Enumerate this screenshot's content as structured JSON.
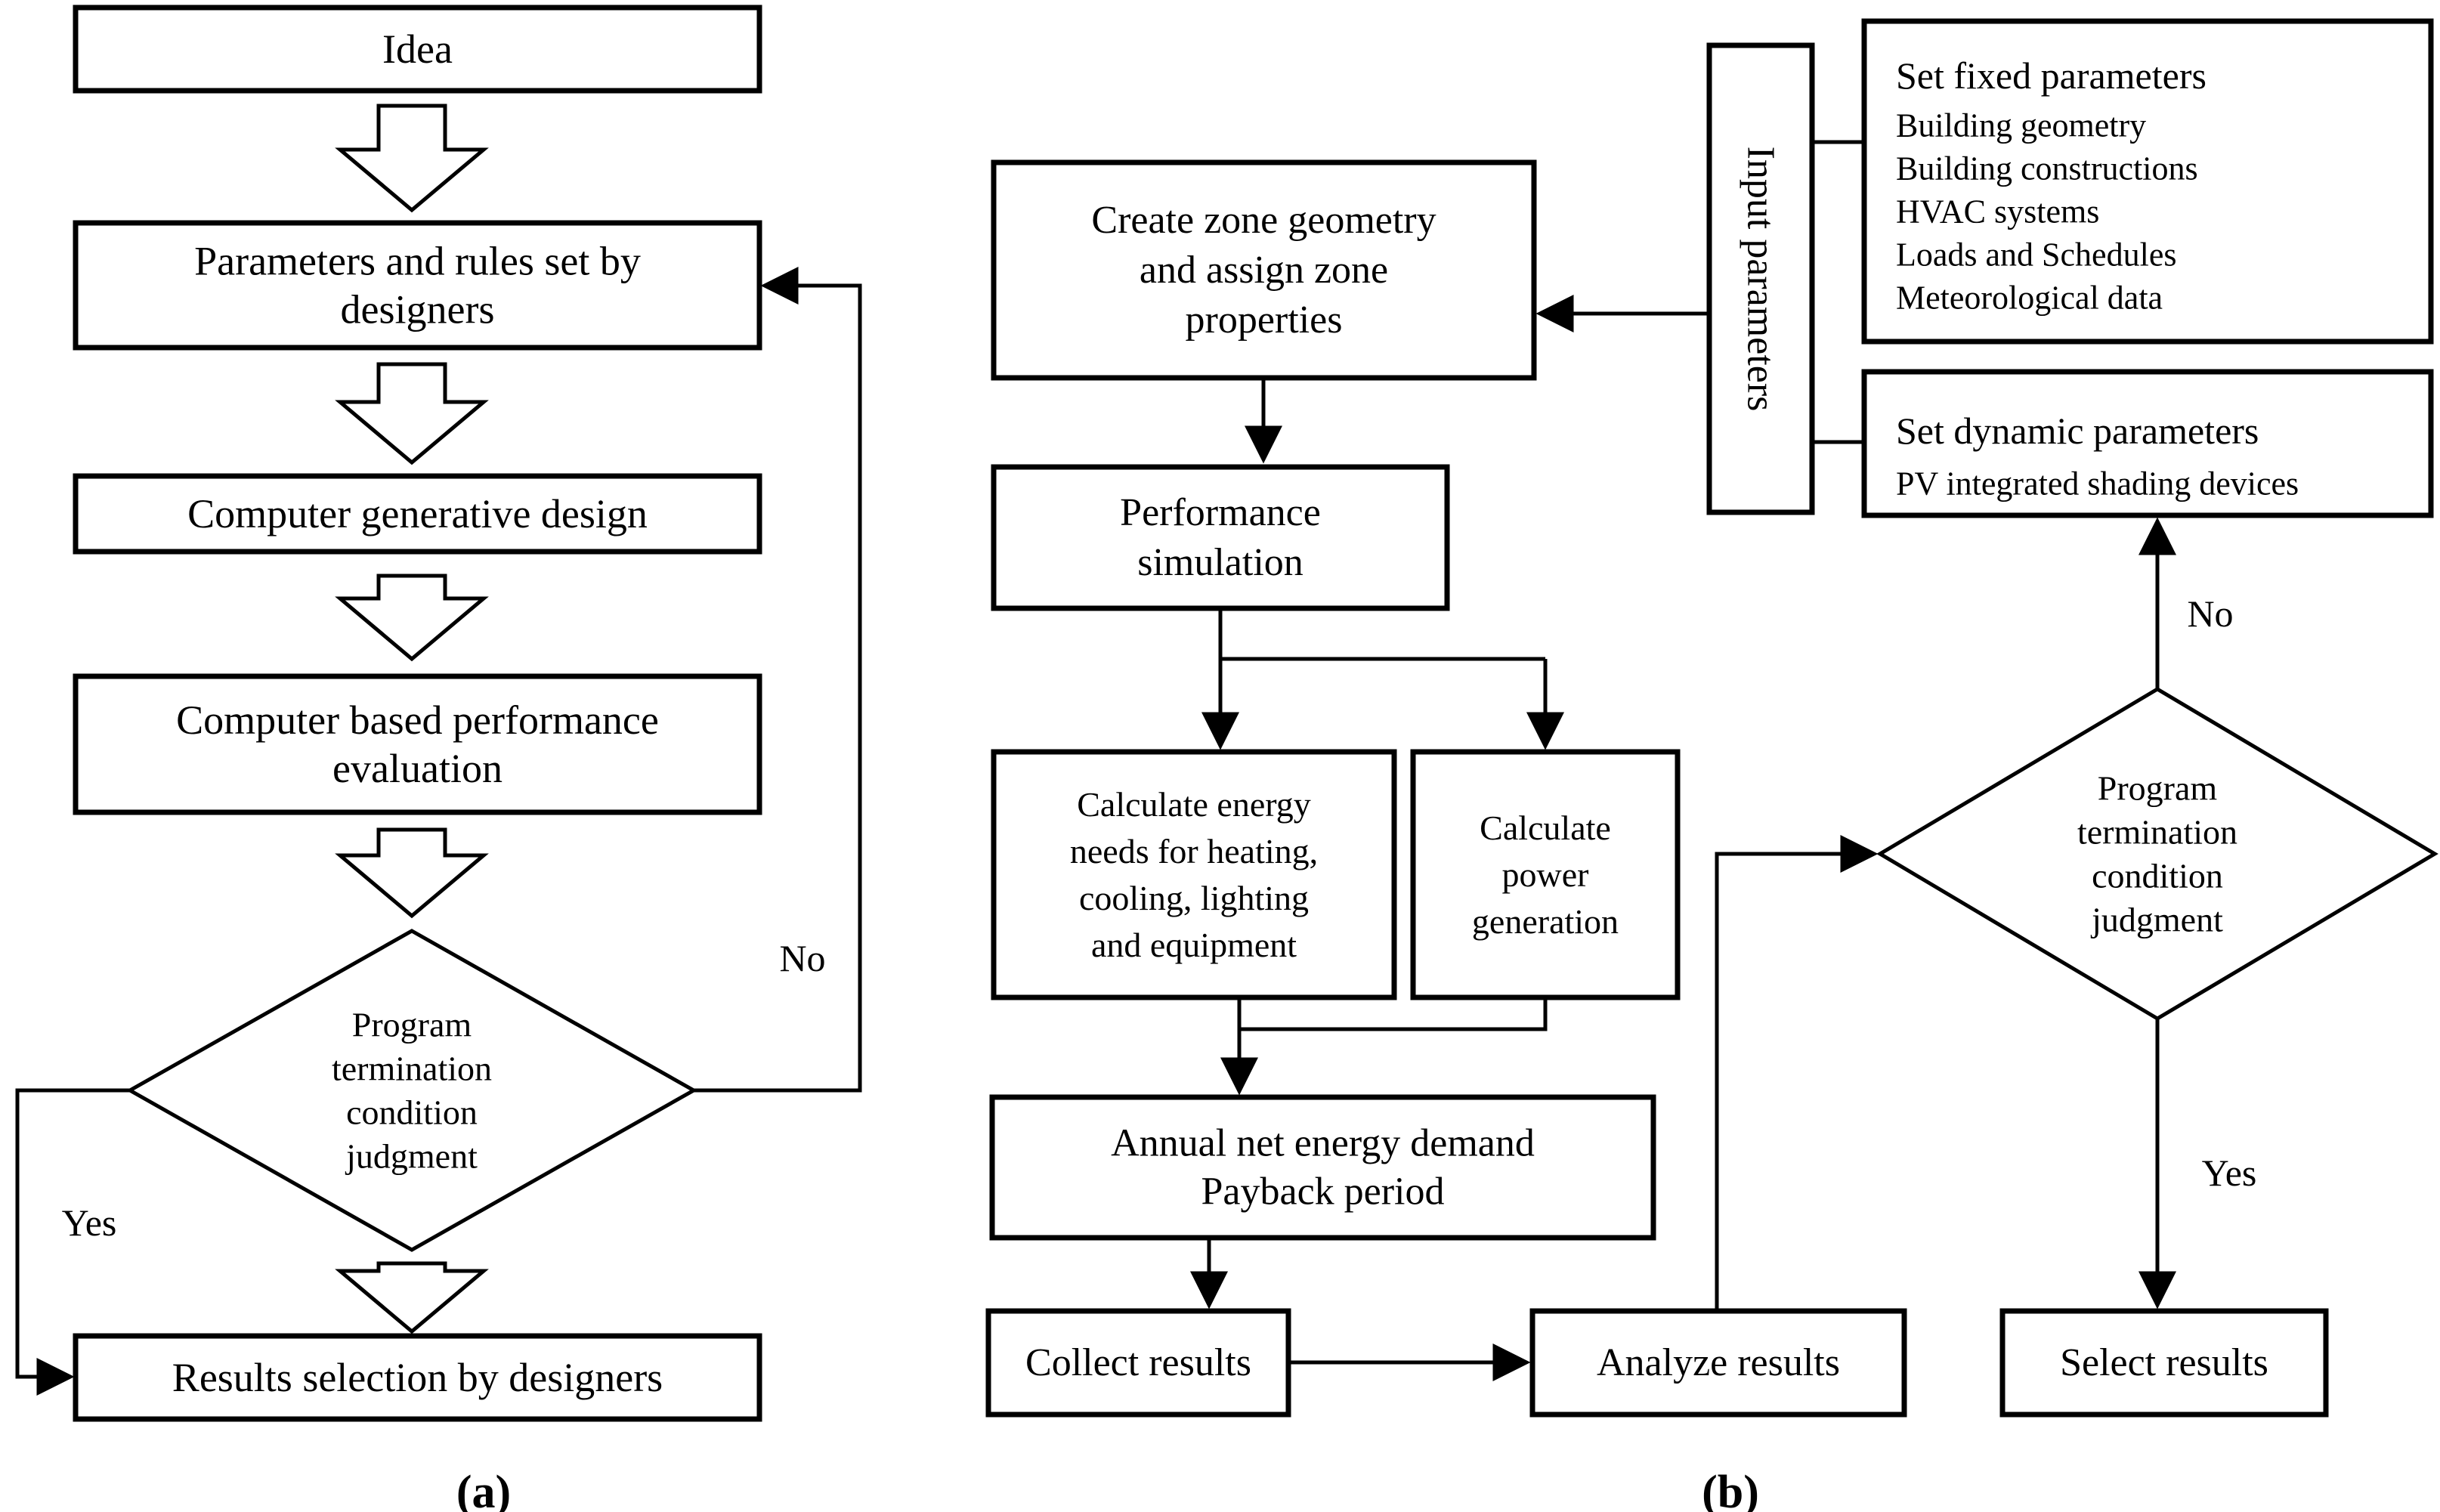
{
  "colors": {
    "line": "#000000",
    "shape_fill": "#ffffff",
    "text": "#000000",
    "background": "#ffffff"
  },
  "panel_a": {
    "caption": "(a)",
    "branch_labels": {
      "no": "No",
      "yes": "Yes"
    },
    "nodes": {
      "idea": {
        "lines": [
          "Idea"
        ]
      },
      "parameters": {
        "lines": [
          "Parameters and rules set by",
          "designers"
        ]
      },
      "generative": {
        "lines": [
          "Computer generative design"
        ]
      },
      "evaluation": {
        "lines": [
          "Computer based performance",
          "evaluation"
        ]
      },
      "judgment": {
        "lines": [
          "Program",
          "termination",
          "condition",
          "judgment"
        ]
      },
      "results": {
        "lines": [
          "Results selection by designers"
        ]
      }
    }
  },
  "panel_b": {
    "caption": "(b)",
    "branch_labels": {
      "no": "No",
      "yes": "Yes"
    },
    "nodes": {
      "input": {
        "lines": [
          "Input parameters"
        ]
      },
      "fixed": {
        "title": "Set fixed parameters",
        "items": [
          "Building geometry",
          "Building constructions",
          "HVAC systems",
          "Loads and Schedules",
          "Meteorological data"
        ]
      },
      "dynamic": {
        "title": "Set dynamic parameters",
        "items": [
          "PV integrated shading devices"
        ]
      },
      "create": {
        "lines": [
          "Create zone geometry",
          "and assign zone",
          "properties"
        ]
      },
      "simulation": {
        "lines": [
          "Performance",
          "simulation"
        ]
      },
      "energy": {
        "lines": [
          "Calculate energy",
          "needs for heating,",
          "cooling, lighting",
          "and equipment"
        ]
      },
      "power": {
        "lines": [
          "Calculate",
          "power",
          "generation"
        ]
      },
      "annual": {
        "lines": [
          "Annual net energy demand",
          "Payback period"
        ]
      },
      "collect": {
        "lines": [
          "Collect results"
        ]
      },
      "analyze": {
        "lines": [
          "Analyze results"
        ]
      },
      "select": {
        "lines": [
          "Select results"
        ]
      },
      "judgment": {
        "lines": [
          "Program",
          "termination",
          "condition",
          "judgment"
        ]
      }
    }
  }
}
